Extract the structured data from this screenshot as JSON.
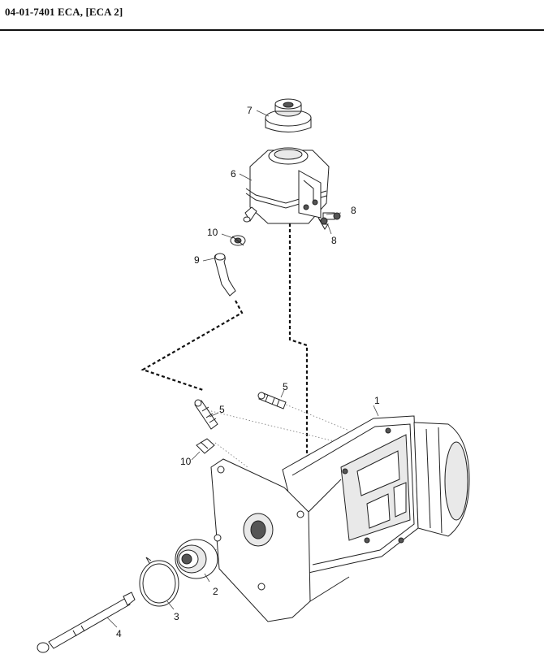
{
  "header": {
    "title": "04-01-7401 ECA, [ECA 2]"
  },
  "callouts": [
    {
      "id": "c7",
      "label": "7"
    },
    {
      "id": "c6",
      "label": "6"
    },
    {
      "id": "c8a",
      "label": "8"
    },
    {
      "id": "c8b",
      "label": "8"
    },
    {
      "id": "c10a",
      "label": "10"
    },
    {
      "id": "c9",
      "label": "9"
    },
    {
      "id": "c5a",
      "label": "5"
    },
    {
      "id": "c5b",
      "label": "5"
    },
    {
      "id": "c1",
      "label": "1"
    },
    {
      "id": "c10b",
      "label": "10"
    },
    {
      "id": "c2",
      "label": "2"
    },
    {
      "id": "c3",
      "label": "3"
    },
    {
      "id": "c4",
      "label": "4"
    }
  ]
}
